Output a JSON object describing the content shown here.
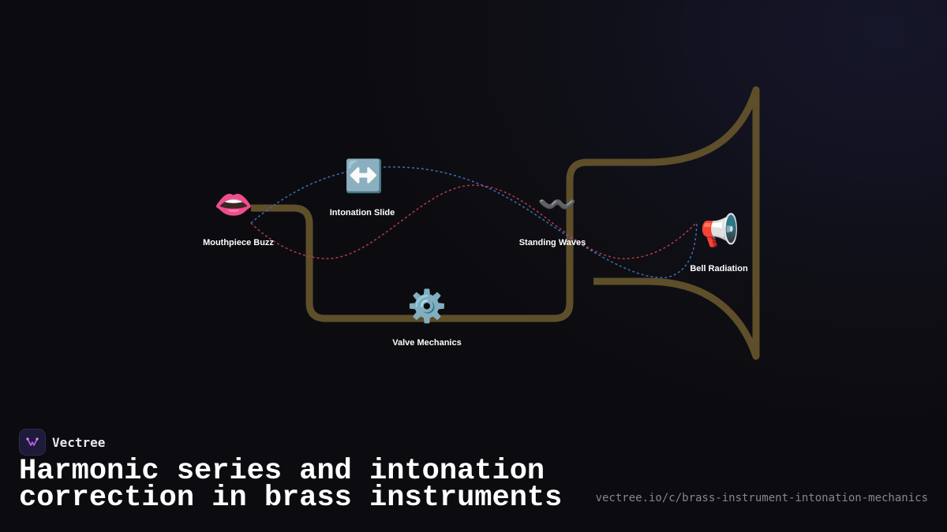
{
  "brand": {
    "name": "Vectree",
    "accent": "#c060ff"
  },
  "title": {
    "line1": "Harmonic series and intonation",
    "line2": "correction in brass instruments"
  },
  "url": "vectree.io/c/brass-instrument-intonation-mechanics",
  "colors": {
    "tubing": "#5e4f2a",
    "wave_blue": "#3b6fb5",
    "wave_red": "#b53a4a",
    "label": "#ffffff"
  },
  "nodes": [
    {
      "id": "mouthpiece",
      "icon": "👄",
      "icon_name": "lips-icon",
      "label": "Mouthpiece Buzz"
    },
    {
      "id": "slide",
      "icon": "↔️",
      "icon_name": "left-right-arrow-icon",
      "label": "Intonation Slide"
    },
    {
      "id": "waves",
      "icon": "〰️",
      "icon_name": "wavy-dash-icon",
      "label": "Standing Waves"
    },
    {
      "id": "bell",
      "icon": "📢",
      "icon_name": "loudspeaker-icon",
      "label": "Bell Radiation"
    },
    {
      "id": "valve",
      "icon": "⚙️",
      "icon_name": "gear-icon",
      "label": "Valve Mechanics"
    }
  ]
}
